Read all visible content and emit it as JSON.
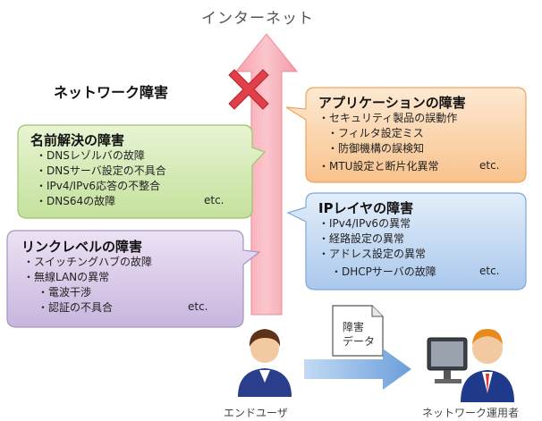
{
  "internet_label": "インターネット",
  "network_fault_label": "ネットワーク障害",
  "name_resolution": {
    "title": "名前解決の障害",
    "items": [
      "・DNSレゾルバの故障",
      "・DNSサーバ設定の不具合",
      "・IPv4/IPv6応答の不整合",
      "・DNS64の故障"
    ],
    "etc": "etc.",
    "color": "#d5ebb7"
  },
  "link_level": {
    "title": "リンクレベルの障害",
    "items": [
      "・スイッチングハブの故障",
      "・無線LANの異常",
      "・電波干渉",
      "・認証の不具合"
    ],
    "etc": "etc.",
    "color": "#d9cce8"
  },
  "application": {
    "title": "アプリケーションの障害",
    "items": [
      "・セキュリティ製品の誤動作",
      "・フィルタ設定ミス",
      "・防御機構の誤検知",
      "・MTU設定と断片化異常"
    ],
    "etc": "etc.",
    "color": "#fbd9b6"
  },
  "ip_layer": {
    "title": "IPレイヤの障害",
    "items": [
      "・IPv4/IPv6の異常",
      "・経路設定の異常",
      "・アドレス設定の異常",
      "・DHCPサーバの故障"
    ],
    "etc": "etc.",
    "color": "#c9dcf2"
  },
  "document_label": [
    "障害",
    "データ"
  ],
  "end_user_label": "エンドユーザ",
  "network_operator_label": "ネットワーク運用者",
  "icons": {
    "failure_mark": "x-icon",
    "end_user": "user-icon",
    "network_operator": "operator-icon",
    "document": "document-icon",
    "flow_arrow": "right-arrow-icon",
    "computer": "monitor-icon"
  }
}
